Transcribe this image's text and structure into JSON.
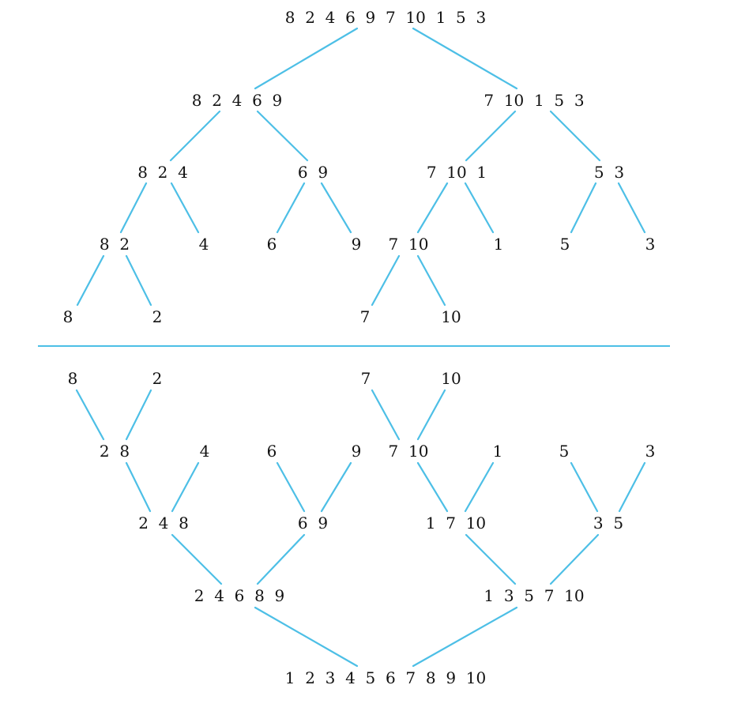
{
  "colors": {
    "edge": "#4dbfe6",
    "text": "#111111",
    "background": "#ffffff"
  },
  "split_phase": {
    "nodes": [
      {
        "id": "s0",
        "label": "8  2  4  6  9  7  10  1  5  3"
      },
      {
        "id": "s1a",
        "label": "8  2  4  6  9"
      },
      {
        "id": "s1b",
        "label": "7  10  1  5  3"
      },
      {
        "id": "s2a",
        "label": "8  2  4"
      },
      {
        "id": "s2b",
        "label": "6  9"
      },
      {
        "id": "s2c",
        "label": "7  10  1"
      },
      {
        "id": "s2d",
        "label": "5  3"
      },
      {
        "id": "s3a",
        "label": "8  2"
      },
      {
        "id": "s3b",
        "label": "4"
      },
      {
        "id": "s3c",
        "label": "6"
      },
      {
        "id": "s3d",
        "label": "9"
      },
      {
        "id": "s3e",
        "label": "7  10"
      },
      {
        "id": "s3f",
        "label": "1"
      },
      {
        "id": "s3g",
        "label": "5"
      },
      {
        "id": "s3h",
        "label": "3"
      },
      {
        "id": "s4a",
        "label": "8"
      },
      {
        "id": "s4b",
        "label": "2"
      },
      {
        "id": "s4c",
        "label": "7"
      },
      {
        "id": "s4d",
        "label": "10"
      }
    ],
    "edges": [
      [
        "s0",
        "s1a"
      ],
      [
        "s0",
        "s1b"
      ],
      [
        "s1a",
        "s2a"
      ],
      [
        "s1a",
        "s2b"
      ],
      [
        "s1b",
        "s2c"
      ],
      [
        "s1b",
        "s2d"
      ],
      [
        "s2a",
        "s3a"
      ],
      [
        "s2a",
        "s3b"
      ],
      [
        "s2b",
        "s3c"
      ],
      [
        "s2b",
        "s3d"
      ],
      [
        "s2c",
        "s3e"
      ],
      [
        "s2c",
        "s3f"
      ],
      [
        "s2d",
        "s3g"
      ],
      [
        "s2d",
        "s3h"
      ],
      [
        "s3a",
        "s4a"
      ],
      [
        "s3a",
        "s4b"
      ],
      [
        "s3e",
        "s4c"
      ],
      [
        "s3e",
        "s4d"
      ]
    ]
  },
  "merge_phase": {
    "nodes": [
      {
        "id": "m0a",
        "label": "8"
      },
      {
        "id": "m0b",
        "label": "2"
      },
      {
        "id": "m0c",
        "label": "7"
      },
      {
        "id": "m0d",
        "label": "10"
      },
      {
        "id": "m1a",
        "label": "2  8"
      },
      {
        "id": "m1b",
        "label": "4"
      },
      {
        "id": "m1c",
        "label": "6"
      },
      {
        "id": "m1d",
        "label": "9"
      },
      {
        "id": "m1e",
        "label": "7  10"
      },
      {
        "id": "m1f",
        "label": "1"
      },
      {
        "id": "m1g",
        "label": "5"
      },
      {
        "id": "m1h",
        "label": "3"
      },
      {
        "id": "m2a",
        "label": "2  4  8"
      },
      {
        "id": "m2b",
        "label": "6  9"
      },
      {
        "id": "m2c",
        "label": "1  7  10"
      },
      {
        "id": "m2d",
        "label": "3  5"
      },
      {
        "id": "m3a",
        "label": "2  4  6  8  9"
      },
      {
        "id": "m3b",
        "label": "1  3  5  7  10"
      },
      {
        "id": "m4",
        "label": "1  2  3  4  5  6  7  8  9  10"
      }
    ],
    "edges": [
      [
        "m0a",
        "m1a"
      ],
      [
        "m0b",
        "m1a"
      ],
      [
        "m0c",
        "m1e"
      ],
      [
        "m0d",
        "m1e"
      ],
      [
        "m1a",
        "m2a"
      ],
      [
        "m1b",
        "m2a"
      ],
      [
        "m1c",
        "m2b"
      ],
      [
        "m1d",
        "m2b"
      ],
      [
        "m1e",
        "m2c"
      ],
      [
        "m1f",
        "m2c"
      ],
      [
        "m1g",
        "m2d"
      ],
      [
        "m1h",
        "m2d"
      ],
      [
        "m2a",
        "m3a"
      ],
      [
        "m2b",
        "m3a"
      ],
      [
        "m2c",
        "m3b"
      ],
      [
        "m2d",
        "m3b"
      ],
      [
        "m3a",
        "m4"
      ],
      [
        "m3b",
        "m4"
      ]
    ]
  }
}
